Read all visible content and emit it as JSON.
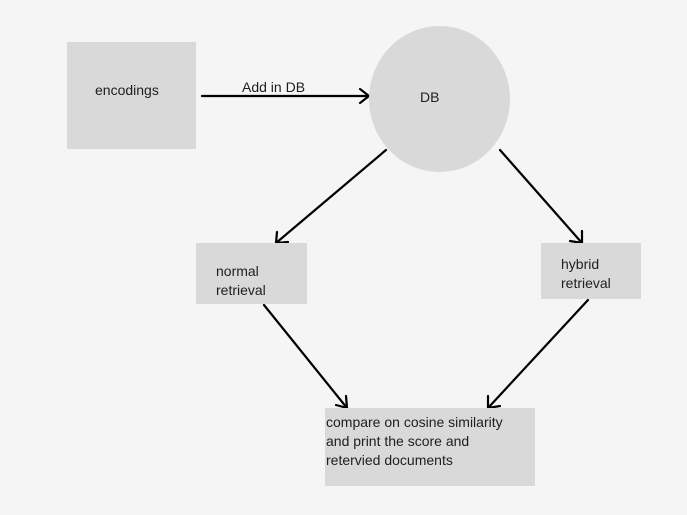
{
  "nodes": {
    "encodings": {
      "label": "encodings"
    },
    "db": {
      "label": "DB"
    },
    "normal_retrieval": {
      "lines": [
        "normal",
        "retrieval"
      ]
    },
    "hybrid_retrieval": {
      "lines": [
        "hybrid",
        "retrieval"
      ]
    },
    "compare": {
      "lines": [
        "compare on cosine similarity",
        "and print the score and",
        "retervied documents"
      ]
    }
  },
  "edges": {
    "encodings_to_db": {
      "label": "Add in DB"
    }
  },
  "colors": {
    "background": "#f5f5f5",
    "node_fill": "#d9d9d9",
    "stroke": "#000000",
    "text": "#1e1e1e"
  }
}
